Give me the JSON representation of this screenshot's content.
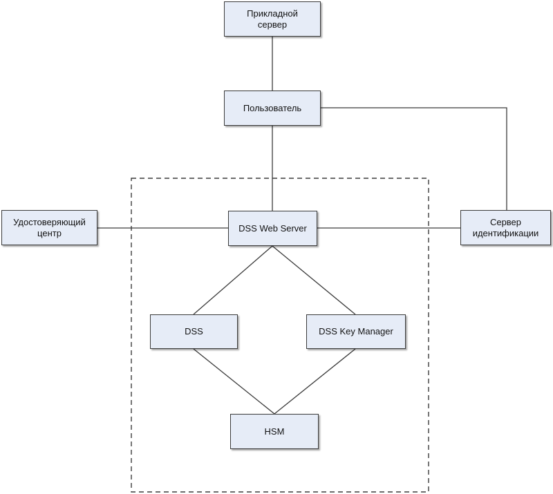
{
  "colors": {
    "node_fill": "#e6ecf7",
    "node_border": "#3a3a3a",
    "connector": "#3a3a3a",
    "background": "#ffffff"
  },
  "nodes": {
    "app_server": "Прикладной\nсервер",
    "user": "Пользователь",
    "cert_authority": "Удостоверяющий\nцентр",
    "web_server": "DSS Web Server",
    "id_server": "Сервер\nидентификации",
    "dss": "DSS",
    "key_manager": "DSS Key Manager",
    "hsm": "HSM"
  }
}
